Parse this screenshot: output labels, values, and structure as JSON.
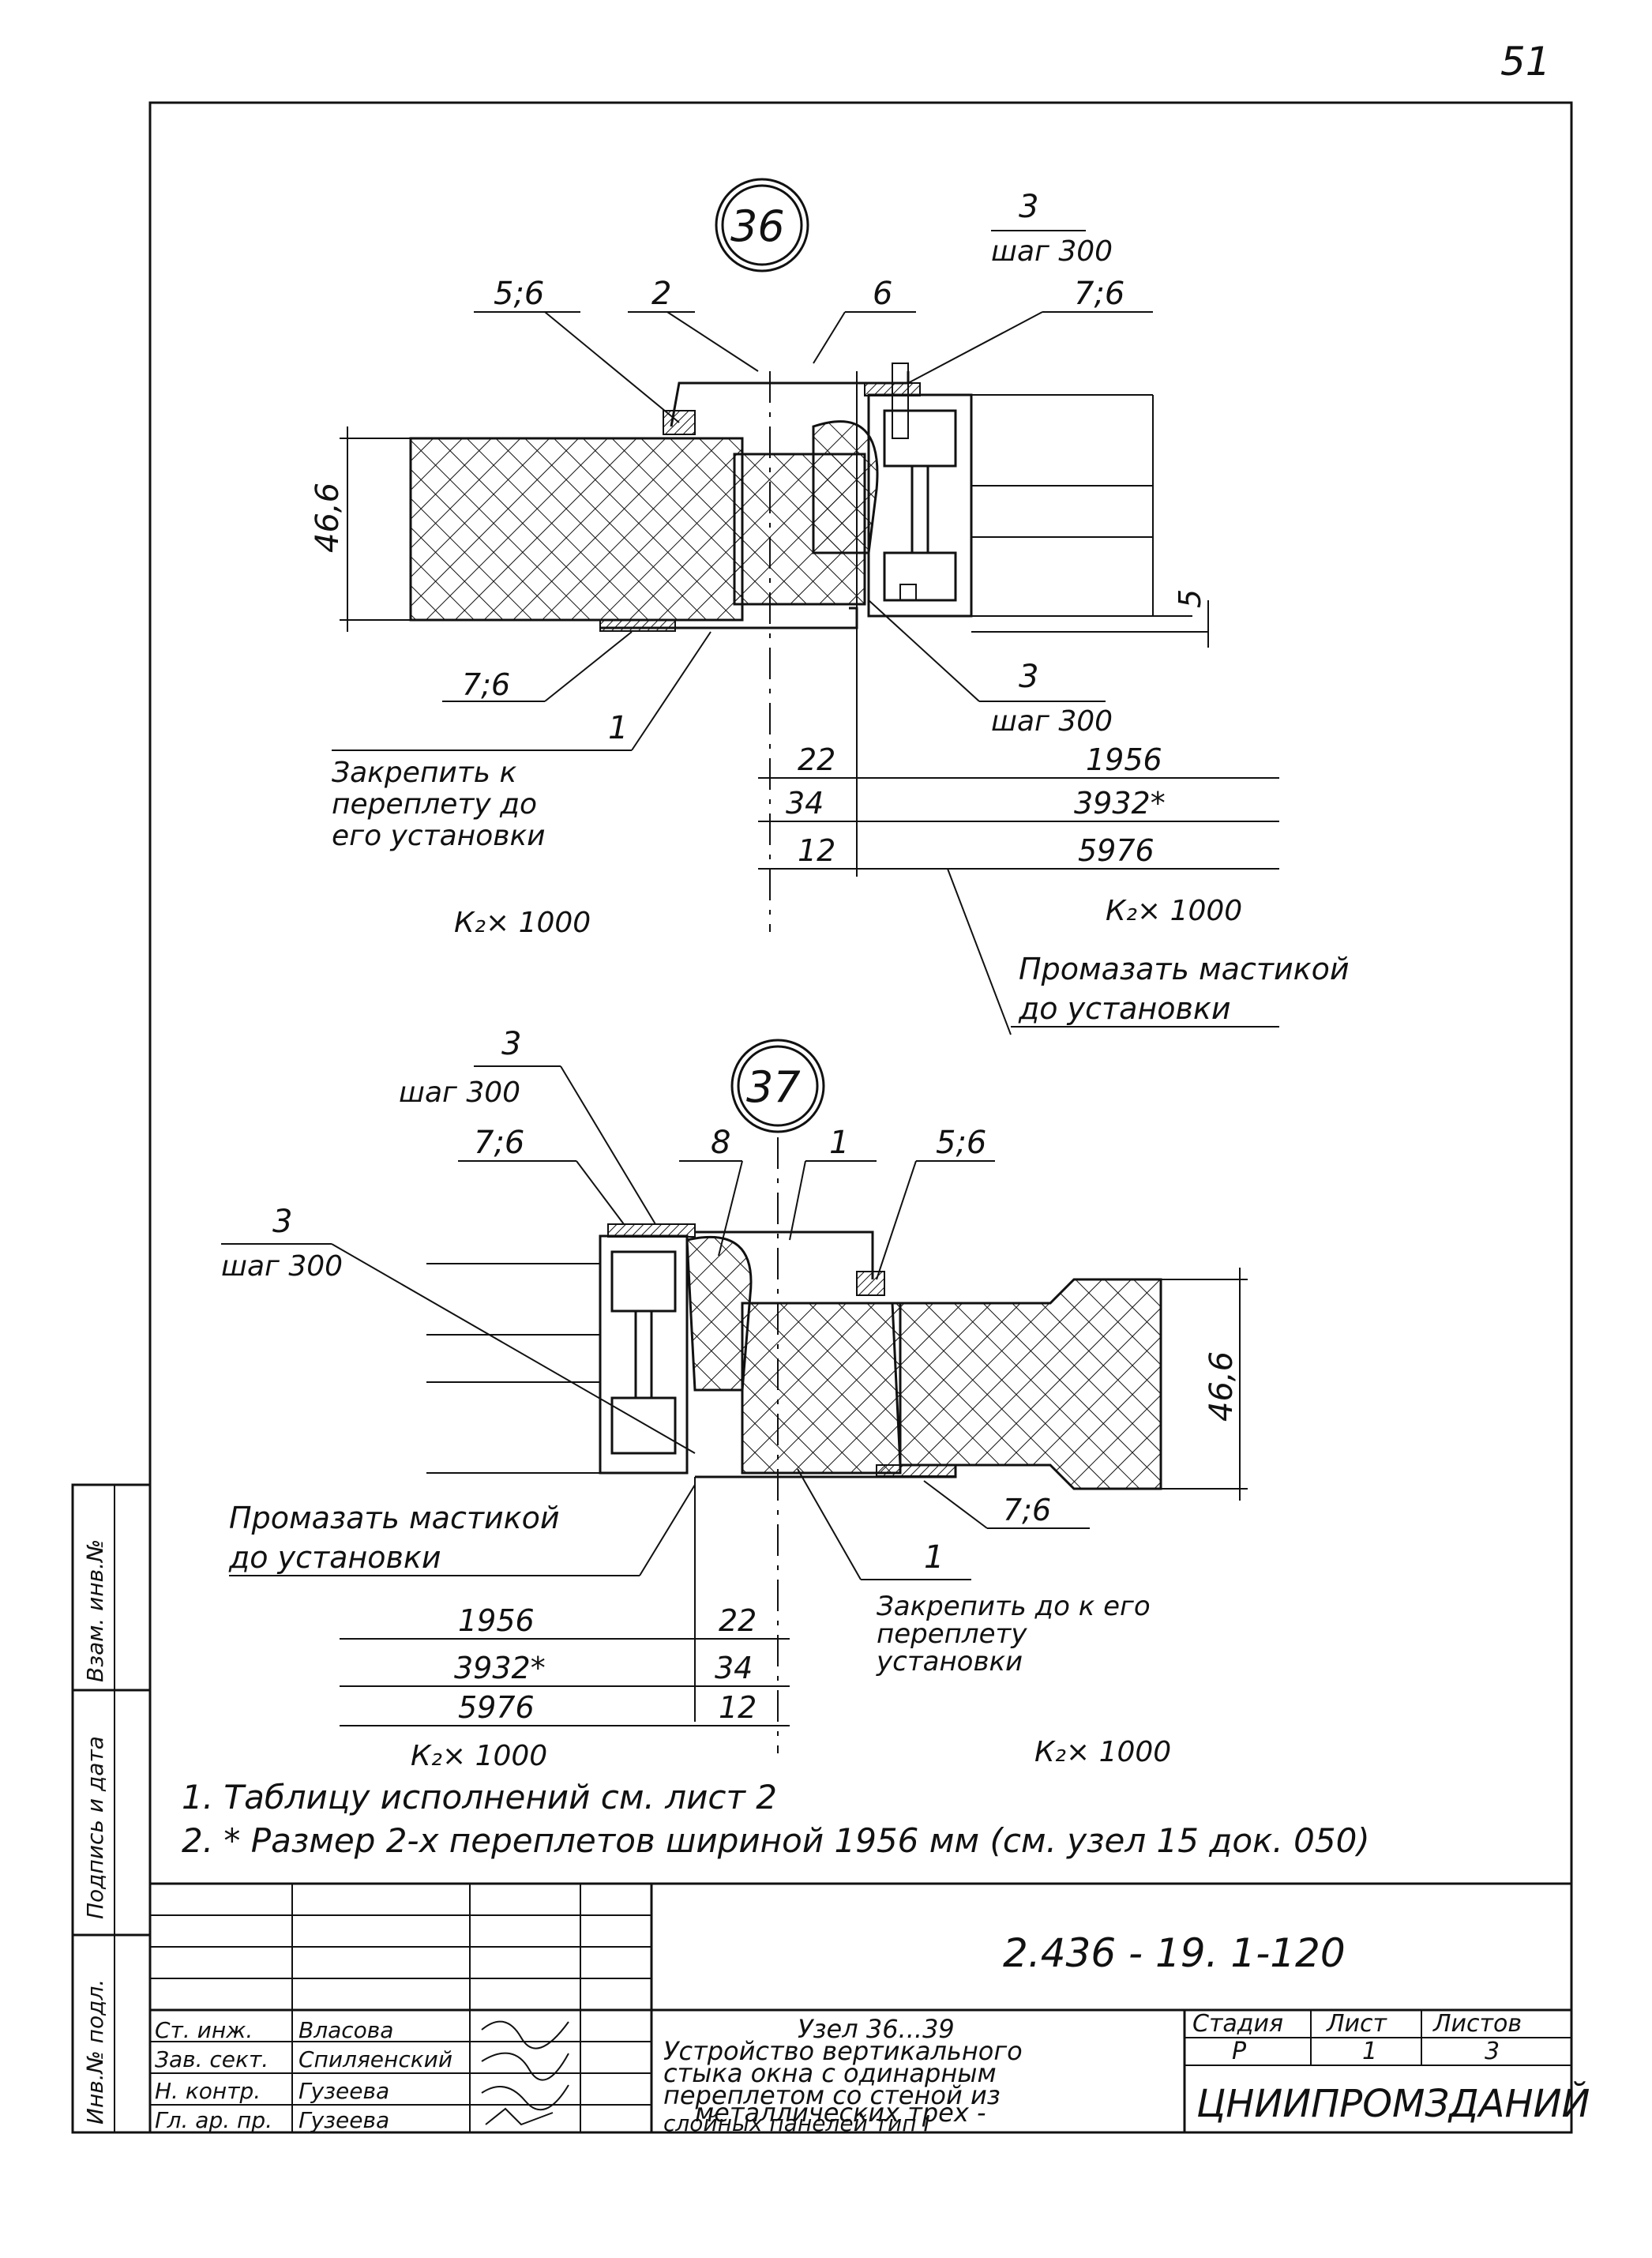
{
  "page_number": "51",
  "node36": {
    "id": "36",
    "callout_top": {
      "num": "3",
      "text": "шаг 300"
    },
    "label_5_6": "5;6",
    "label_2": "2",
    "label_6": "6",
    "label_7_6_top": "7;6",
    "dim_46_6": "46,6",
    "dim_5": "5",
    "label_7_6_bottom": "7;6",
    "callout_bottom": {
      "num": "3",
      "text": "шаг 300"
    },
    "leader_1": "1",
    "note_fix": [
      "Закрепить к",
      "переплету до",
      "его установки"
    ],
    "dims": [
      {
        "left": "22",
        "right": "1956"
      },
      {
        "left": "34",
        "right": "3932*"
      },
      {
        "left": "12",
        "right": "5976"
      }
    ],
    "k_left": "К₂× 1000",
    "k_right": "К₂× 1000",
    "note_mastic": [
      "Промазать мастикой",
      "до установки"
    ]
  },
  "node37": {
    "id": "37",
    "callout_top": {
      "num": "3",
      "text": "шаг 300"
    },
    "label_7_6_top": "7;6",
    "label_8": "8",
    "label_1": "1",
    "label_5_6": "5;6",
    "callout_left": {
      "num": "3",
      "text": "шаг 300"
    },
    "dim_46_6": "46,6",
    "note_mastic": [
      "Промазать мастикой",
      "до установки"
    ],
    "label_7_6_bottom": "7;6",
    "leader_1": "1",
    "note_fix": [
      "Закрепить до к его",
      "переплету",
      "установки"
    ],
    "dims": [
      {
        "left": "1956",
        "right": "22"
      },
      {
        "left": "3932*",
        "right": "34"
      },
      {
        "left": "5976",
        "right": "12"
      }
    ],
    "k_left": "К₂× 1000",
    "k_right": "К₂× 1000"
  },
  "notes": [
    "1.  Таблицу исполнений см. лист 2",
    "2. * Размер 2-х переплетов шириной 1956 мм (см. узел 15 док. 050)"
  ],
  "title_block": {
    "code": "2.436 - 19. 1-120",
    "title": [
      "Узел 36...39",
      "Устройство вертикального",
      "стыка окна с одинарным",
      "переплетом со стеной из",
      "металлических трех -",
      "слойных панелей тип I"
    ],
    "stage_hdr": "Стадия",
    "sheet_hdr": "Лист",
    "sheets_hdr": "Листов",
    "stage": "Р",
    "sheet": "1",
    "sheets": "3",
    "org": "ЦНИИПРОМЗДАНИЙ",
    "roles": [
      {
        "role": "Зав. сект.",
        "name": "Спиляенский"
      },
      {
        "role": "Н. контр.",
        "name": "Гузеева"
      },
      {
        "role": "Гл. ар. пр.",
        "name": "Гузеева"
      },
      {
        "role": "Ст. инж.",
        "name": "Власова"
      }
    ]
  },
  "side_stamps": [
    "Взам. инв.№",
    "Подпись и дата",
    "Инв.№ подл."
  ]
}
